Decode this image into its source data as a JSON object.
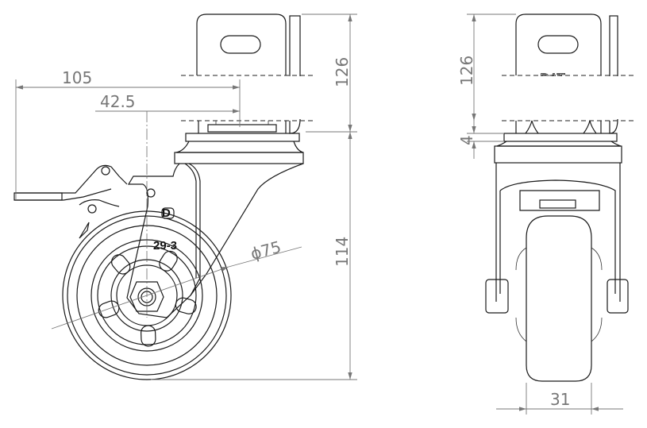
{
  "side_view": {
    "dim_overall_reach": "105",
    "dim_offset": "42.5",
    "dim_mount_height": "126",
    "dim_wheel_height": "114",
    "dim_wheel_diameter": "ϕ75",
    "fork_marking": "29-3",
    "logo_letter": "D"
  },
  "front_view": {
    "dim_mount_height": "126",
    "dim_plate_thickness": "4",
    "dim_wheel_width": "31",
    "plate_marking": "DAT"
  }
}
